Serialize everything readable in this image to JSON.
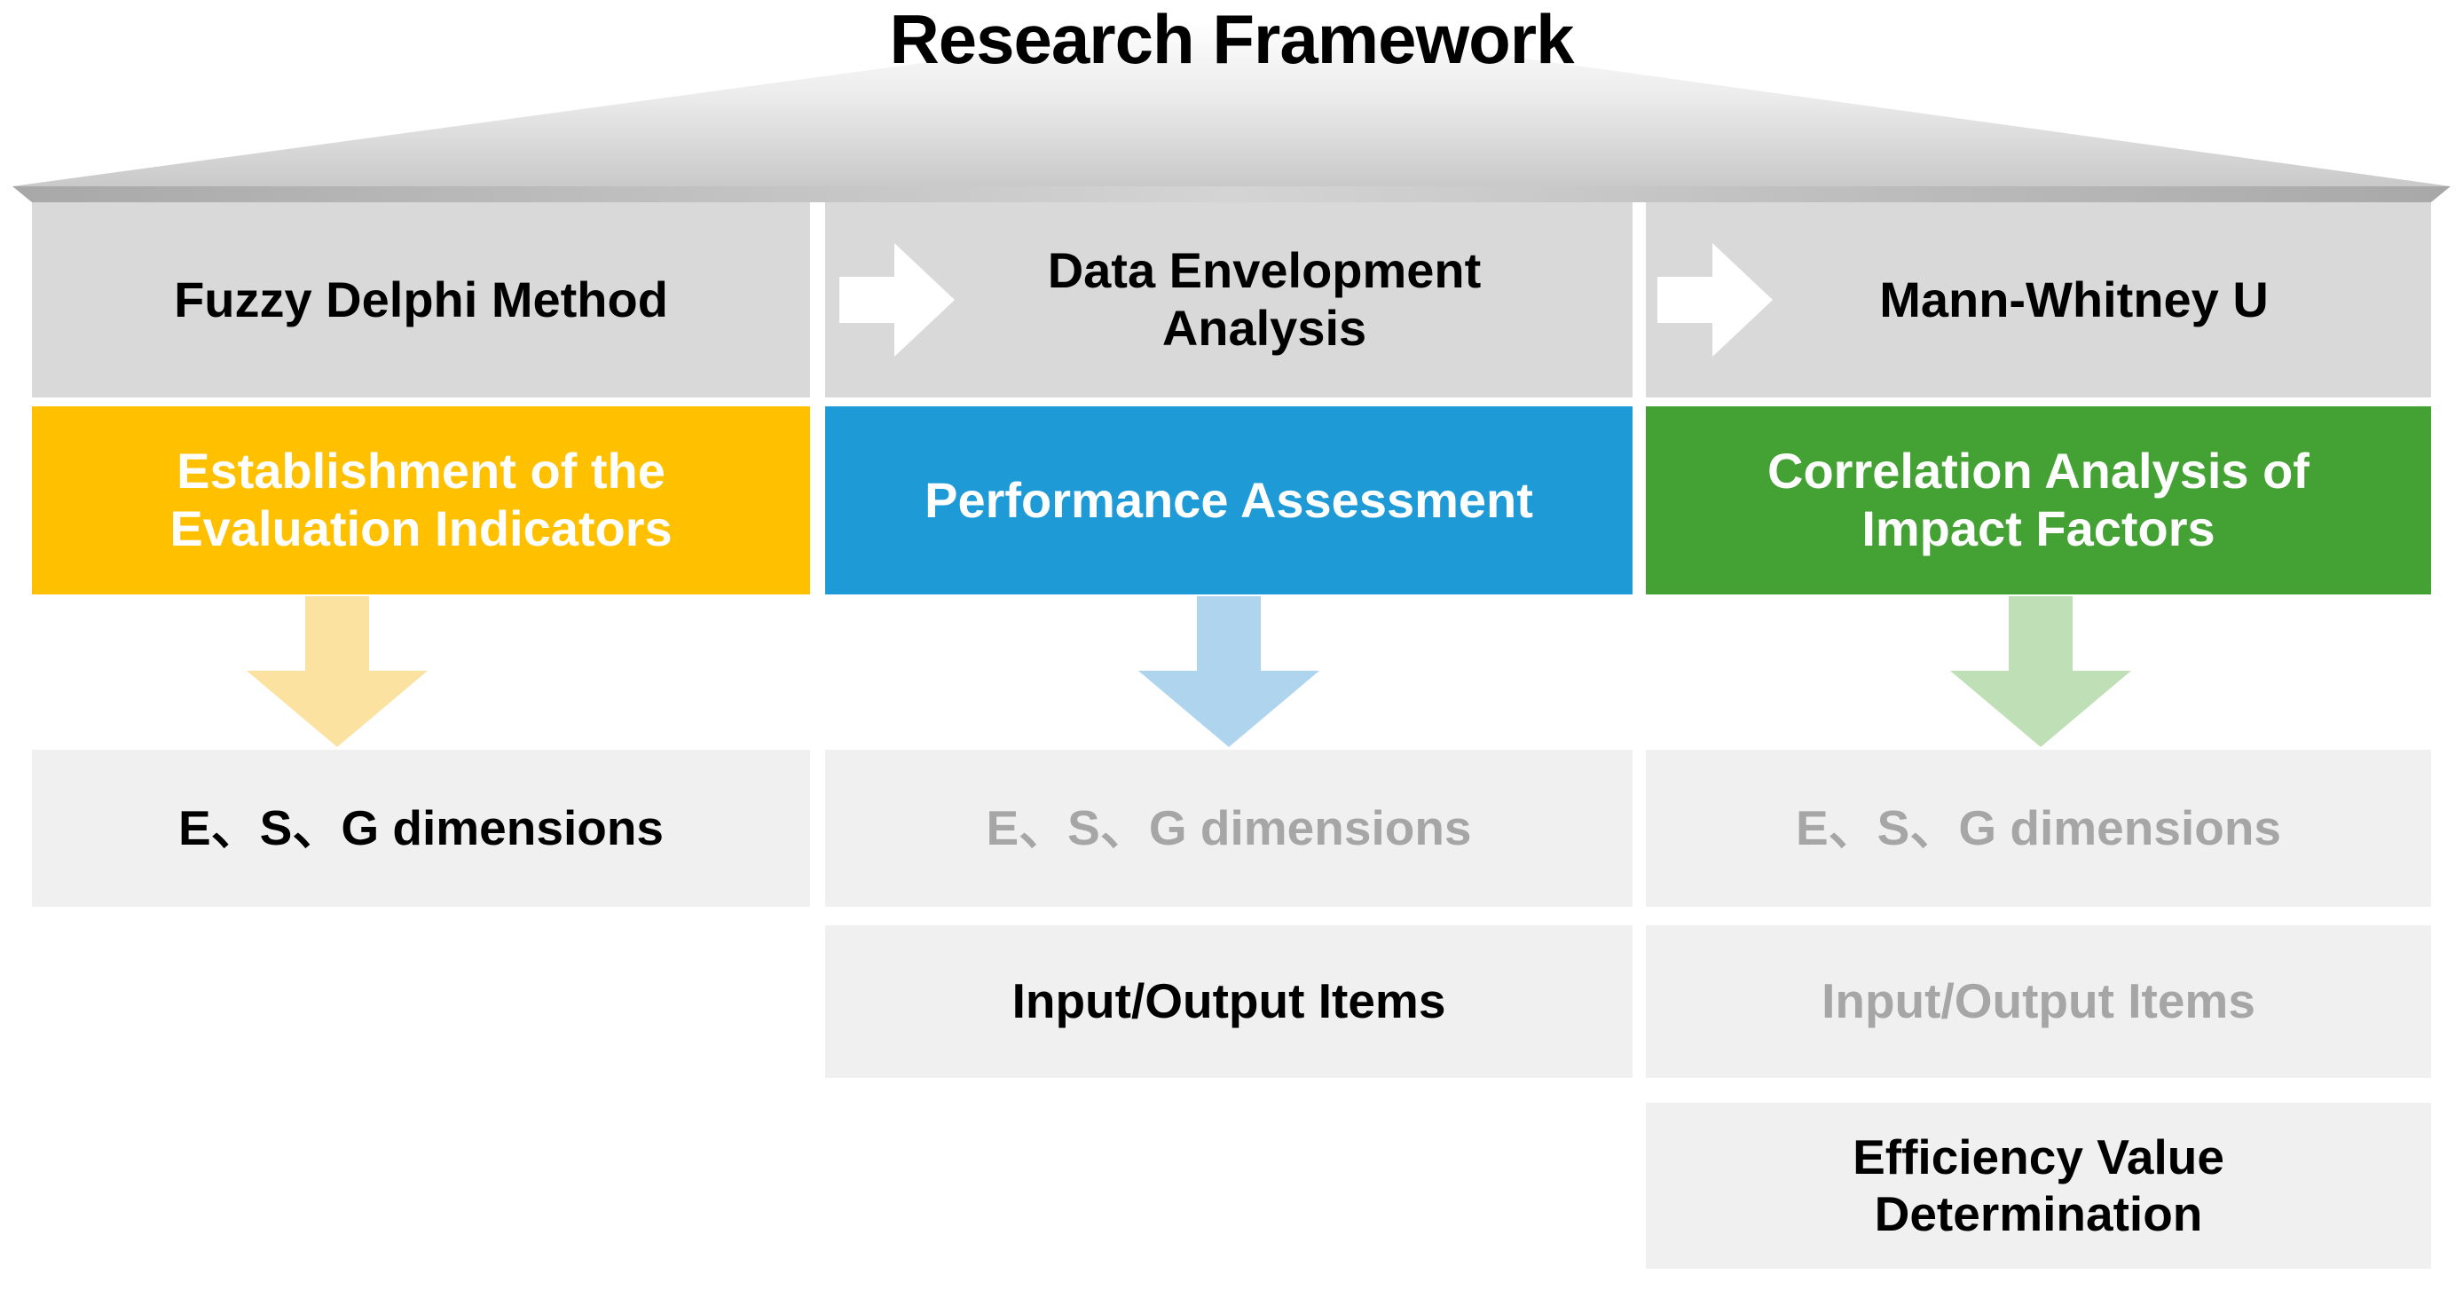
{
  "title": "Research Framework",
  "colors": {
    "header_gray": "#D9D9D9",
    "box_gray": "#F0F0F0",
    "muted_text": "#A6A6A6",
    "yellow": "#FFC000",
    "yellow_light": "#FBE2A0",
    "blue": "#1E9BD7",
    "blue_light": "#AFD5EE",
    "green": "#43A233",
    "green_light": "#BFE0B6",
    "arrow_white": "#FFFFFF",
    "text_black": "#000000"
  },
  "columns": [
    {
      "id": "fuzzy-delphi",
      "method": "Fuzzy Delphi Method",
      "stage": "Establishment of the\nEvaluation Indicators",
      "stage_line1": "Establishment of the",
      "stage_line2": "Evaluation Indicators",
      "stage_color": "#FFC000",
      "arrow_color": "#FBE2A0",
      "has_inbound_chevron": false,
      "outputs": [
        {
          "label": "E、S、G dimensions",
          "muted": false
        }
      ]
    },
    {
      "id": "data-envelopment-analysis",
      "method": "Data Envelopment\nAnalysis",
      "method_line1": "Data Envelopment",
      "method_line2": "Analysis",
      "stage": "Performance Assessment",
      "stage_line1": "Performance Assessment",
      "stage_line2": "",
      "stage_color": "#1E9BD7",
      "arrow_color": "#AFD5EE",
      "has_inbound_chevron": true,
      "outputs": [
        {
          "label": "E、S、G dimensions",
          "muted": true
        },
        {
          "label": "Input/Output Items",
          "muted": false
        }
      ]
    },
    {
      "id": "mann-whitney-u",
      "method": "Mann-Whitney U",
      "stage": "Correlation Analysis of\nImpact Factors",
      "stage_line1": "Correlation Analysis of",
      "stage_line2": "Impact Factors",
      "stage_color": "#43A233",
      "arrow_color": "#BFE0B6",
      "has_inbound_chevron": true,
      "outputs": [
        {
          "label": "E、S、G dimensions",
          "muted": true
        },
        {
          "label": "Input/Output Items",
          "muted": true
        },
        {
          "label": "Efficiency Value\nDetermination",
          "muted": false,
          "line1": "Efficiency Value",
          "line2": "Determination"
        }
      ]
    }
  ]
}
